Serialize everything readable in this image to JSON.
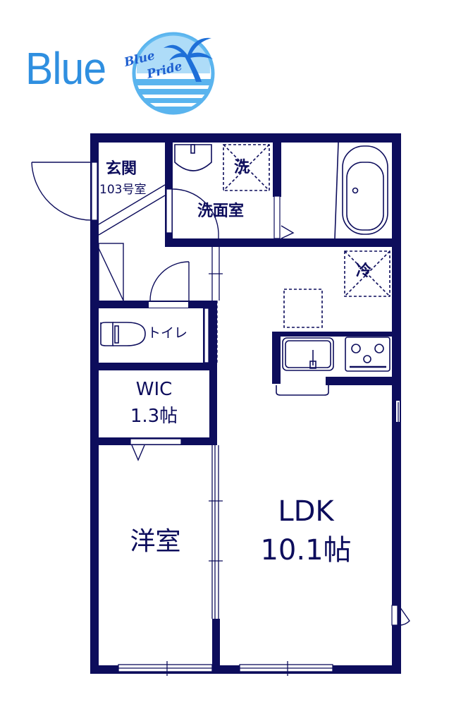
{
  "logo": {
    "wordmark": "Blue",
    "badge_line1": "Blue",
    "badge_line2": "Pride",
    "brand_color": "#2f8fe0",
    "badge_color": "#1e5fd0"
  },
  "floorplan": {
    "wall_color": "#0d0d5c",
    "rooms": {
      "entrance": {
        "label": "玄関",
        "unit": "103号室"
      },
      "washroom": {
        "label": "洗面室",
        "washer_mark": "洗"
      },
      "toilet": {
        "label": "トイレ"
      },
      "wic": {
        "label": "WIC",
        "size": "1.3帖"
      },
      "western_room": {
        "label": "洋室"
      },
      "ldk": {
        "label": "LDK",
        "size": "10.1帖",
        "fridge_mark": "冷"
      }
    }
  }
}
